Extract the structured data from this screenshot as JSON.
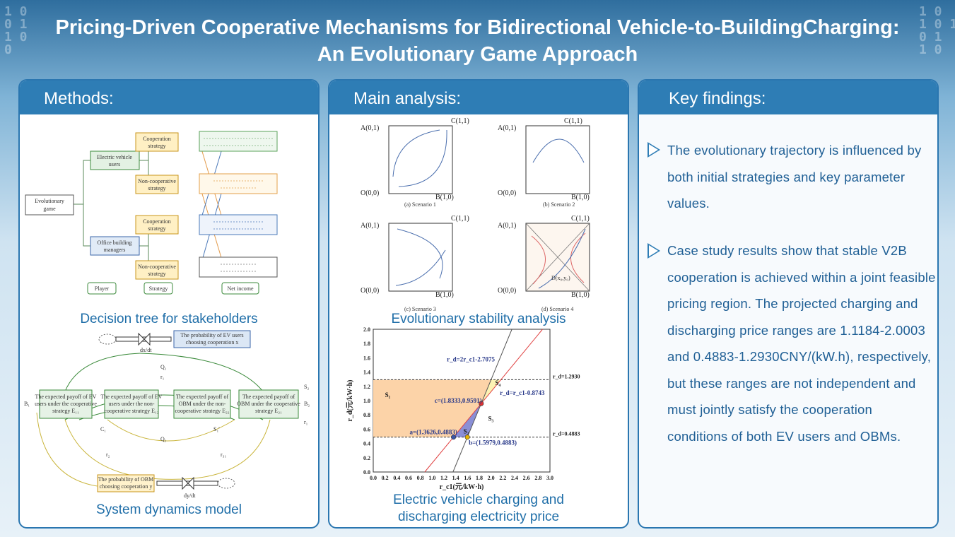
{
  "poster": {
    "title": "Pricing-Driven Cooperative Mechanisms for Bidirectional Vehicle-to-BuildingCharging: An Evolutionary Game Approach"
  },
  "methods": {
    "heading": "Methods:",
    "tree": {
      "root": "Evolutionary game",
      "players": [
        "Electric vehicle users",
        "Office building managers"
      ],
      "strategies": [
        "Cooperation strategy",
        "Non-cooperative strategy",
        "Cooperation strategy",
        "Non-cooperative strategy"
      ],
      "footer": [
        "Player",
        "Strategy",
        "Net income"
      ]
    },
    "tree_caption": "Decision tree for stakeholders",
    "sd": {
      "prob_ev": "The probability of EV users choosing cooperation x",
      "prob_obm": "The probability of OBM choosing cooperation y",
      "dxdt": "dx/dt",
      "dydt": "dy/dt",
      "boxes": [
        "The expected payoff of EV users under the cooperative strategy E₁₁",
        "The expected payoff of EV users under the non-cooperative strategy E₁₂",
        "The expected payoff of OBM under the non-cooperative strategy E₂₂",
        "The expected payoff of OBM under the cooperative strategy E₂₁"
      ]
    },
    "sd_caption": "System dynamics model"
  },
  "analysis": {
    "heading": "Main analysis:",
    "scenarios": [
      {
        "label": "(a) Scenario 1",
        "a": "A(0,1)",
        "c": "C(1,1)",
        "o": "O(0,0)",
        "b": "B(1,0)"
      },
      {
        "label": "(b) Scenario 2",
        "a": "A(0,1)",
        "c": "C(1,1)",
        "o": "O(0,0)",
        "b": "B(1,0)"
      },
      {
        "label": "(c) Scenario 3",
        "a": "A(0,1)",
        "c": "C(1,1)",
        "o": "O(0,0)",
        "b": "B(1,0)"
      },
      {
        "label": "(d) Scenario 4",
        "a": "A(0,1)",
        "c": "C(1,1)",
        "o": "O(0,0)",
        "b": "B(1,0)",
        "d": "D(x₀,y₀)"
      }
    ],
    "stability_caption": "Evolutionary stability analysis",
    "price_caption_line1": "Electric vehicle charging and",
    "price_caption_line2": "discharging electricity price"
  },
  "chart_data": {
    "type": "line",
    "xlabel": "r_c1(元/kW·h)",
    "ylabel": "r_d(元/kW·h)",
    "xlim": [
      0,
      3.0
    ],
    "ylim": [
      0,
      2.0
    ],
    "x_ticks": [
      0.0,
      0.2,
      0.4,
      0.6,
      0.8,
      1.0,
      1.2,
      1.4,
      1.6,
      1.8,
      2.0,
      2.2,
      2.4,
      2.6,
      2.8,
      3.0
    ],
    "y_ticks": [
      0.0,
      0.2,
      0.4,
      0.6,
      0.8,
      1.0,
      1.2,
      1.4,
      1.6,
      1.8,
      2.0
    ],
    "lines": [
      {
        "label": "r_d=2r_c1-2.7075",
        "slope": 2,
        "intercept": -2.7075
      },
      {
        "label": "r_d=r_c1-0.8743",
        "slope": 1,
        "intercept": -0.8743
      },
      {
        "label": "r_d=1.2930",
        "y": 1.293
      },
      {
        "label": "r_d=0.4883",
        "y": 0.4883
      }
    ],
    "points": [
      {
        "label": "a=(1.3626,0.4883)",
        "x": 1.3626,
        "y": 0.4883,
        "color": "#3b55a8"
      },
      {
        "label": "b=(1.5979,0.4883)",
        "x": 1.5979,
        "y": 0.4883,
        "color": "#e8b400"
      },
      {
        "label": "c=(1.8333,0.9591)",
        "x": 1.8333,
        "y": 0.9591,
        "color": "#e03030"
      }
    ],
    "regions": [
      "S₁",
      "S₂",
      "S₃",
      "S₄"
    ]
  },
  "findings": {
    "heading": "Key findings:",
    "items": [
      "The evolutionary trajectory is influenced by both initial strategies and key parameter values.",
      "Case study results show that stable V2B cooperation is achieved within a joint feasible pricing region. The projected charging and discharging price ranges are 1.1184-2.0003 and 0.4883-1.2930CNY/(kW.h), respectively, but these ranges are not independent and must jointly satisfy the cooperation conditions of both EV users and OBMs."
    ]
  }
}
